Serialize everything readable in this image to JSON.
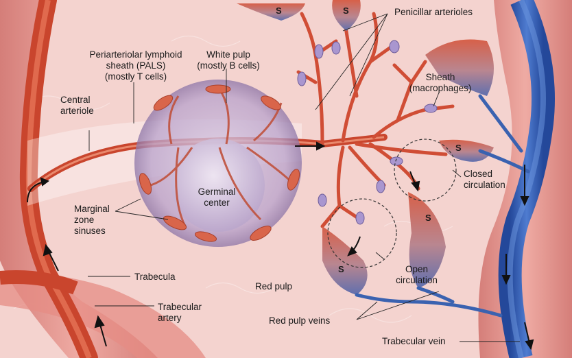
{
  "labels": {
    "penicillar": "Penicillar arterioles",
    "pals": "Periarteriolar lymphoid\nsheath (PALS)\n(mostly T cells)",
    "white_pulp": "White pulp\n(mostly B cells)",
    "sheath": "Sheath\n(macrophages)",
    "central_arteriole": "Central\narteriole",
    "closed": "Closed\ncirculation",
    "germinal": "Germinal\ncenter",
    "marginal": "Marginal\nzone\nsinuses",
    "open": "Open\ncirculation",
    "trabecula": "Trabecula",
    "red_pulp": "Red pulp",
    "trabecular_artery": "Trabecular\nartery",
    "red_pulp_veins": "Red pulp veins",
    "trabecular_vein": "Trabecular vein"
  },
  "sinusoid_marker": "S",
  "colors": {
    "red_pulp_bg": "#f4d3cf",
    "artery": "#d9553a",
    "vein": "#2d5aa8",
    "trabecula": "#e58c84",
    "white_pulp": "#c9b7d8",
    "leader": "#222222"
  }
}
